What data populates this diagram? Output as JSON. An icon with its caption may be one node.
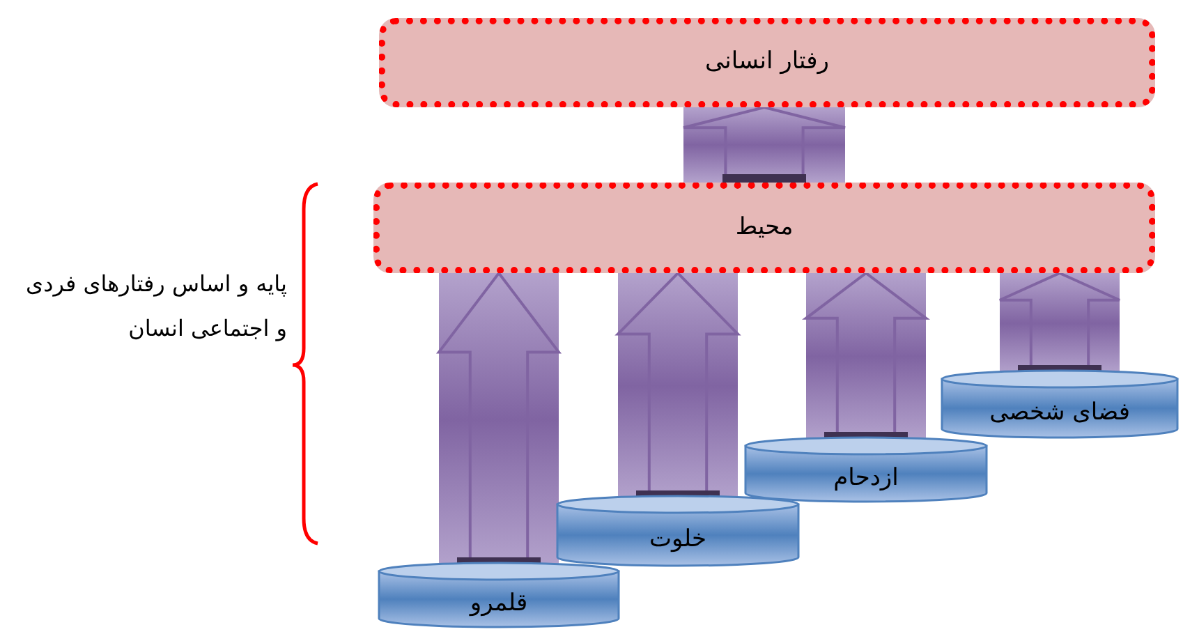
{
  "diagram": {
    "nodes": [
      {
        "text": [
          "رفتار انسانی"
        ]
      },
      {
        "text": [
          "محیط"
        ]
      },
      {
        "text": [
          "قلمرو"
        ]
      },
      {
        "text": [
          "خلوت"
        ]
      },
      {
        "text": [
          "ازدحام"
        ]
      },
      {
        "text": [
          "فضای شخصی"
        ]
      }
    ],
    "edges": [
      {
        "from": 1,
        "to": 0,
        "arrow": "to"
      },
      {
        "from": 2,
        "to": 1,
        "arrow": "to"
      },
      {
        "from": 3,
        "to": 1,
        "arrow": "to"
      },
      {
        "from": 4,
        "to": 1,
        "arrow": "to"
      },
      {
        "from": 5,
        "to": 1,
        "arrow": "to"
      }
    ],
    "labels": [
      "پایه و اساس رفتارهای فردی و اجتماعی انسان"
    ]
  }
}
